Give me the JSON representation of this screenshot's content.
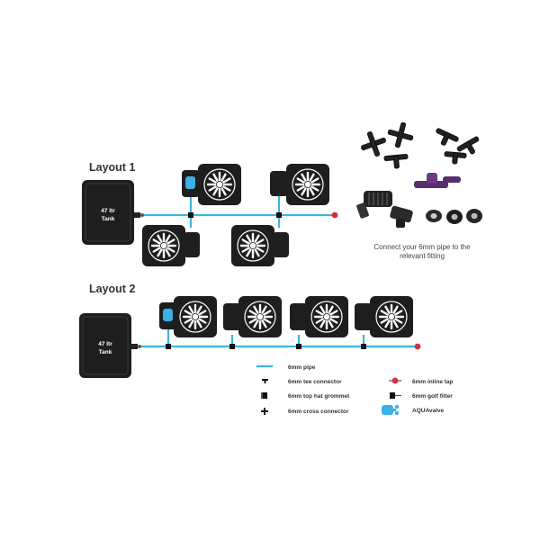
{
  "layout1": {
    "title": "Layout 1",
    "tank_line1": "47 ltr",
    "tank_line2": "Tank"
  },
  "layout2": {
    "title": "Layout 2",
    "tank_line1": "47 ltr",
    "tank_line2": "Tank"
  },
  "fittings_caption": {
    "line1": "Connect your 6mm pipe to the",
    "line2": "relevant fitting"
  },
  "legend": {
    "pipe": "6mm pipe",
    "tee": "6mm tee connector",
    "grommet": "6mm top hat grommet",
    "cross": "6mm cross connector",
    "inline_tap": "6mm inline tap",
    "golf_filter": "6mm golf filter",
    "aquavalve": "AQUAvalve"
  },
  "colors": {
    "pipe": "#3cb4e6",
    "tap": "#d0323c",
    "pot": "#1e1e1e",
    "pot_inner": "#2a2a2a",
    "valve": "#3ab2e8",
    "fitting_purple": "#5a2d6e"
  },
  "icons": {
    "tank": "reservoir-tank-icon",
    "pot": "grow-pot-icon",
    "valve": "aquavalve-icon",
    "tap": "inline-tap-icon",
    "filter": "golf-filter-icon",
    "tee": "tee-connector-icon",
    "cross": "cross-connector-icon",
    "grommet": "top-hat-grommet-icon"
  }
}
